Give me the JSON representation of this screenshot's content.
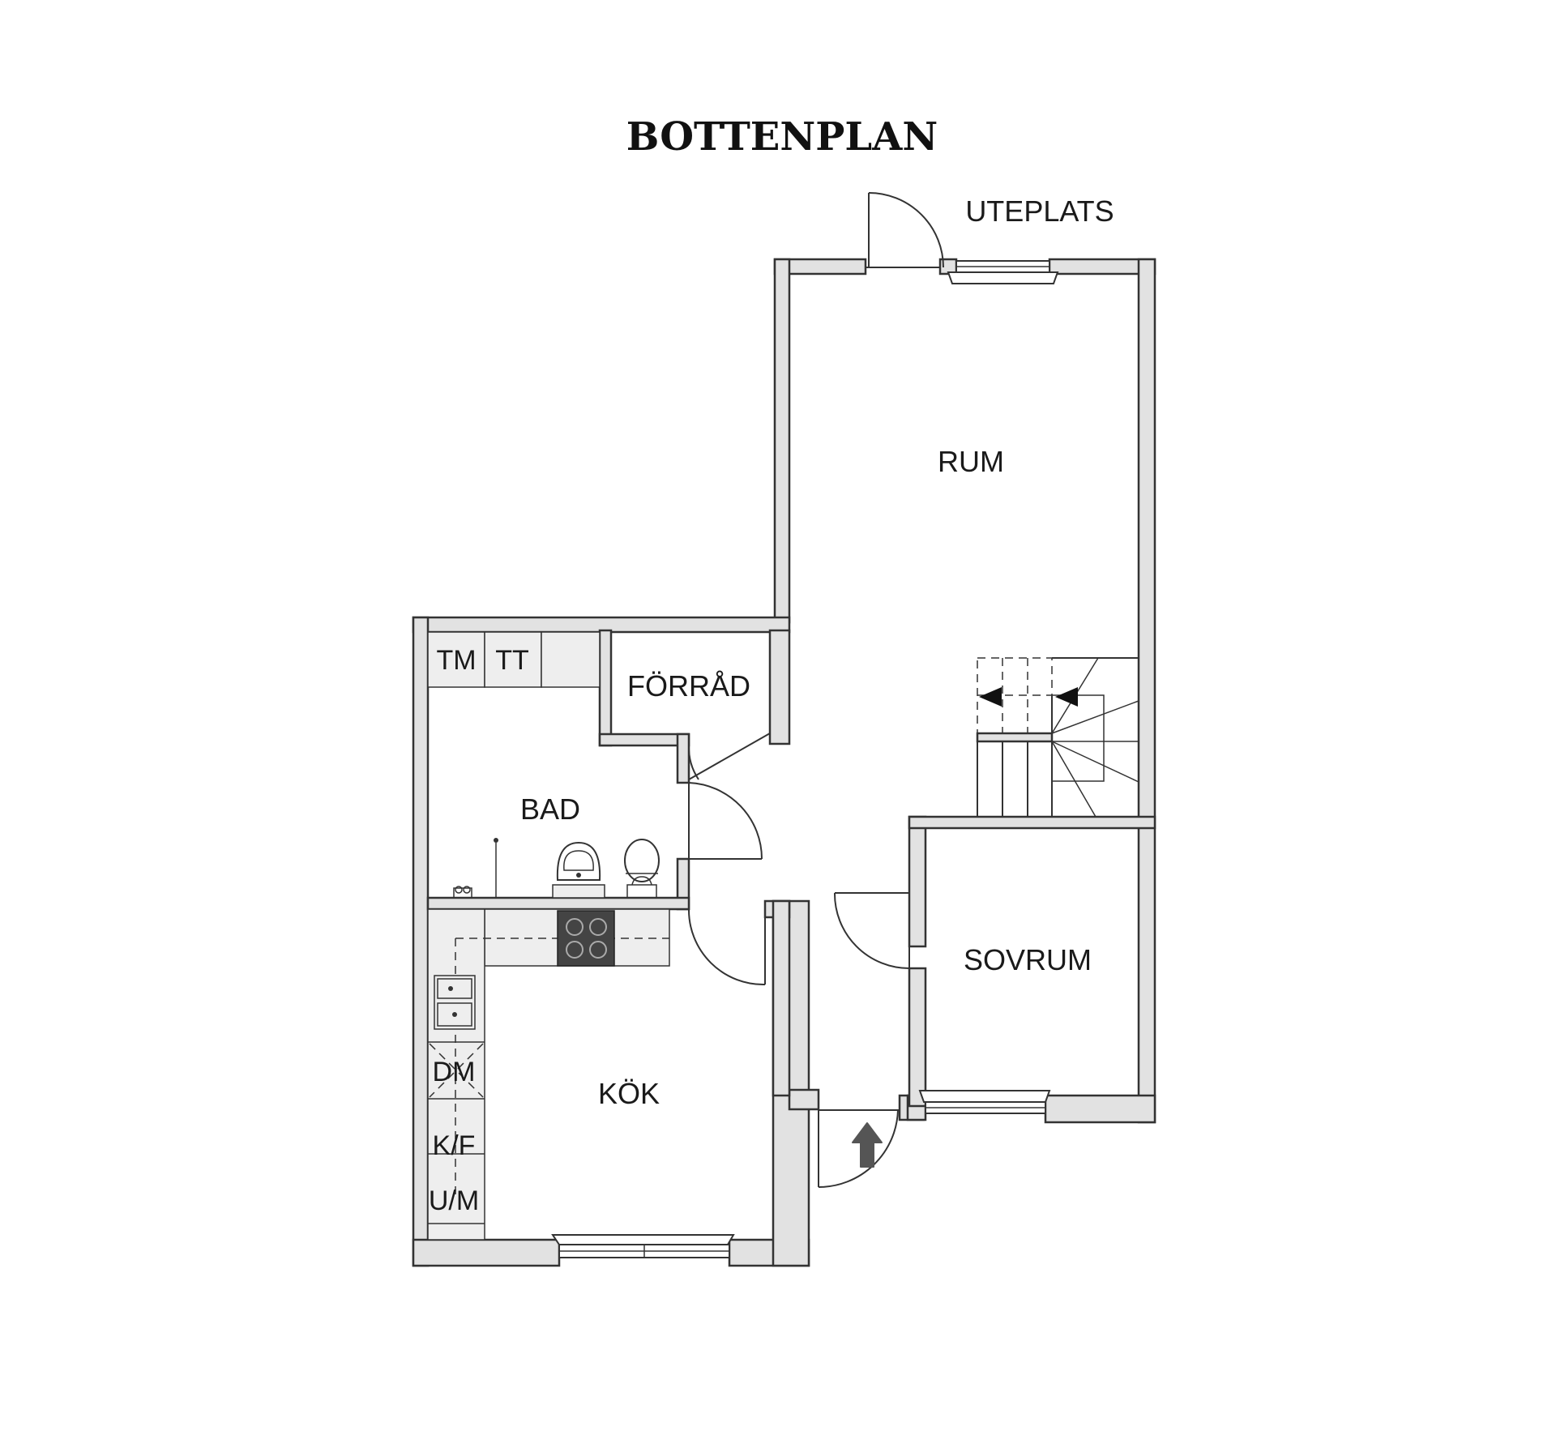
{
  "title": "BOTTENPLAN",
  "rooms": {
    "uteplats": "UTEPLATS",
    "rum": "RUM",
    "forrad": "FÖRRÅD",
    "bad": "BAD",
    "sovrum": "SOVRUM",
    "kok": "KÖK"
  },
  "fixtures": {
    "tm": "TM",
    "tt": "TT",
    "dm": "DM",
    "kf": "K/F",
    "um": "U/M"
  },
  "colors": {
    "wall_fill": "#e2e2e2",
    "line": "#333333",
    "entry_arrow": "#555555"
  },
  "icons": [
    "door-swing-icon",
    "window-icon",
    "stairs-icon",
    "entrance-arrow-icon",
    "sink-icon",
    "toilet-icon",
    "stove-icon",
    "shower-icon"
  ]
}
